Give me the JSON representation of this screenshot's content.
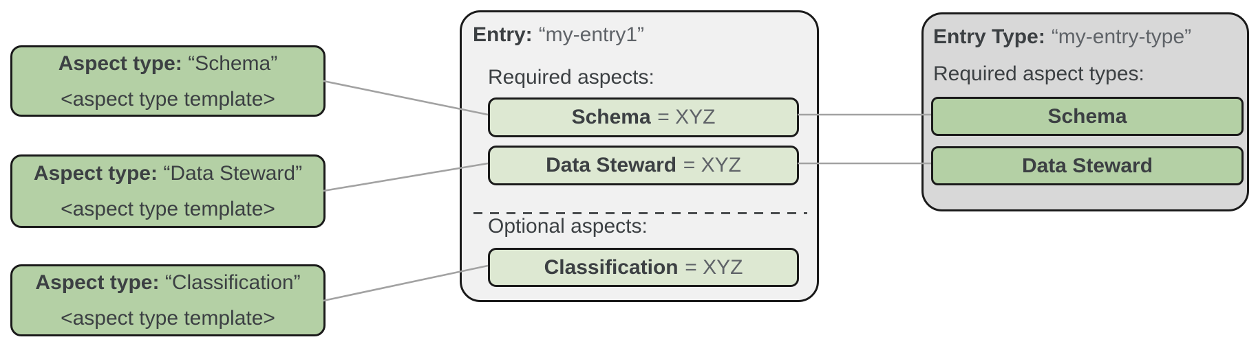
{
  "colors": {
    "green": "#b4d0a5",
    "green-light": "#dde8d2",
    "panel-light": "#f1f1f1",
    "panel-gray": "#d8d8d8",
    "border-dark": "#1a1a1a",
    "connector": "#a2a2a2",
    "divider": "#4a4d4f",
    "text-dark": "#3c4043",
    "text-muted": "#5f6368"
  },
  "aspect_type_cards": [
    {
      "label": "Aspect type:",
      "name": "“Schema”",
      "template": "<aspect type template>"
    },
    {
      "label": "Aspect type:",
      "name": "“Data Steward”",
      "template": "<aspect type template>"
    },
    {
      "label": "Aspect type:",
      "name": "“Classification”",
      "template": "<aspect type template>"
    }
  ],
  "entry_panel": {
    "label": "Entry:",
    "name": "“my-entry1”",
    "required_heading": "Required aspects:",
    "required_aspects": [
      {
        "name": "Schema",
        "value": "= XYZ"
      },
      {
        "name": "Data Steward",
        "value": "= XYZ"
      }
    ],
    "optional_heading": "Optional aspects:",
    "optional_aspects": [
      {
        "name": "Classification",
        "value": "= XYZ"
      }
    ]
  },
  "entry_type_panel": {
    "label": "Entry Type:",
    "name": "“my-entry-type”",
    "required_heading": "Required aspect types:",
    "aspect_types": [
      "Schema",
      "Data Steward"
    ]
  }
}
